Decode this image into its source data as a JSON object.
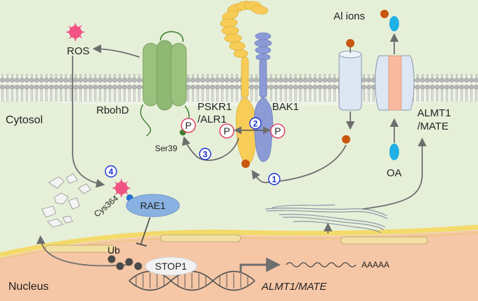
{
  "labels": {
    "ros": "ROS",
    "rbohd": "RbohD",
    "cytosol": "Cytosol",
    "pskr1": "PSKR1",
    "alr1": "/ALR1",
    "bak1": "BAK1",
    "al_ions": "Al ions",
    "almt1": "ALMT1",
    "mate": "/MATE",
    "oa": "OA",
    "ser39": "Ser39",
    "cys364": "Cys364",
    "rae1": "RAE1",
    "ub": "Ub",
    "stop1": "STOP1",
    "nucleus": "Nucleus",
    "gene": "ALMT1/MATE",
    "polya": "AAAAA",
    "phospho": "P"
  },
  "steps": [
    "1",
    "2",
    "3",
    "4"
  ],
  "colors": {
    "background": "#e6f0d9",
    "membrane_head": "#b9b9b9",
    "nucleus_fill": "#f6c7a6",
    "nuclear_envelope": "#f3da6a",
    "rbohd": "#9ac27e",
    "pskr1": "#f7cd58",
    "bak1": "#8c9bd6",
    "al_ion": "#c8560e",
    "oa": "#1fb0e6",
    "ros": "#f05384",
    "rae1": "#89b1e2",
    "phospho_ring": "#e24a6a",
    "step_number": "#1b2fd6",
    "arrow": "#6e6e6e"
  }
}
